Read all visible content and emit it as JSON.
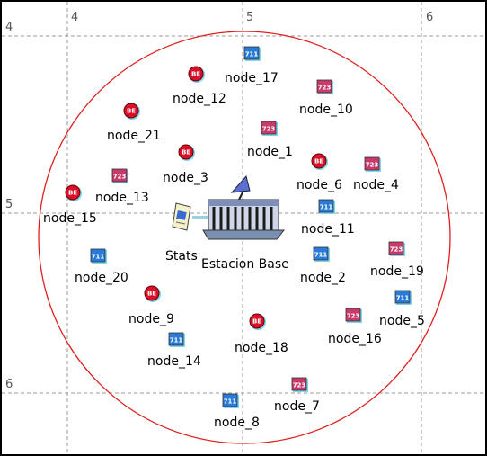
{
  "colors": {
    "background": "#ffffff",
    "frame": "#000000",
    "grid": "#999999",
    "range_circle": "#e02020",
    "be_icon": "#d8102a",
    "g723_icon": "#c83a6a",
    "g711_icon": "#2a7ad8"
  },
  "grid_ticks": {
    "x": [
      "4",
      "5",
      "6"
    ],
    "y": [
      "4",
      "5",
      "6"
    ]
  },
  "base_station": {
    "label": "Estacion Base",
    "icon": "base-station-building-icon"
  },
  "stats": {
    "label": "Stats",
    "icon": "stats-document-icon"
  },
  "traffic_types": {
    "BE": {
      "badge": "BE",
      "icon": "be-node-icon"
    },
    "723": {
      "badge": "723",
      "icon": "g723-node-icon"
    },
    "711": {
      "badge": "711",
      "icon": "g711-node-icon"
    }
  },
  "nodes": [
    {
      "label": "node_17",
      "type": "711"
    },
    {
      "label": "node_12",
      "type": "BE"
    },
    {
      "label": "node_10",
      "type": "723"
    },
    {
      "label": "node_21",
      "type": "BE"
    },
    {
      "label": "node_1",
      "type": "723"
    },
    {
      "label": "node_3",
      "type": "BE"
    },
    {
      "label": "node_6",
      "type": "BE"
    },
    {
      "label": "node_4",
      "type": "723"
    },
    {
      "label": "node_13",
      "type": "723"
    },
    {
      "label": "node_15",
      "type": "BE"
    },
    {
      "label": "node_11",
      "type": "711"
    },
    {
      "label": "node_20",
      "type": "711"
    },
    {
      "label": "node_2",
      "type": "711"
    },
    {
      "label": "node_19",
      "type": "723"
    },
    {
      "label": "node_9",
      "type": "BE"
    },
    {
      "label": "node_5",
      "type": "711"
    },
    {
      "label": "node_16",
      "type": "723"
    },
    {
      "label": "node_14",
      "type": "711"
    },
    {
      "label": "node_18",
      "type": "BE"
    },
    {
      "label": "node_7",
      "type": "723"
    },
    {
      "label": "node_8",
      "type": "711"
    }
  ]
}
